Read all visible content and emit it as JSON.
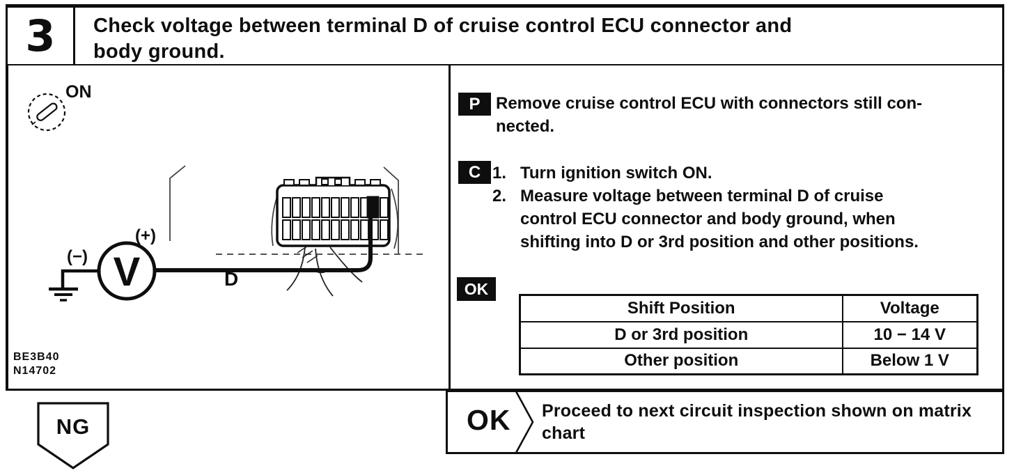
{
  "header": {
    "step_number": "3",
    "title_lines": [
      "Check voltage between terminal D of cruise control ECU connector and",
      "body ground."
    ]
  },
  "diagram": {
    "ignition_label": "ON",
    "meter_letter": "V",
    "plus_label": "(+)",
    "minus_label": "(−)",
    "wire_label": "D",
    "figure_code_1": "BE3B40",
    "figure_code_2": "N14702"
  },
  "instructions": {
    "prepare": {
      "badge": "P",
      "lines": [
        "Remove cruise control ECU with connectors still con-",
        "nected."
      ]
    },
    "check": {
      "badge": "C",
      "item1_num": "1.",
      "item1_line": "Turn ignition switch ON.",
      "item2_num": "2.",
      "item2_lines": [
        "Measure voltage between terminal D of cruise",
        "control ECU connector and body ground, when",
        "shifting into D or 3rd position and other positions."
      ]
    },
    "ok_badge": "OK"
  },
  "spec_table": {
    "headers": [
      "Shift Position",
      "Voltage"
    ],
    "rows": [
      [
        "D or 3rd position",
        "10 − 14 V"
      ],
      [
        "Other position",
        "Below 1 V"
      ]
    ]
  },
  "results": {
    "ng_label": "NG",
    "ok_label": "OK",
    "ok_lines": [
      "Proceed to next circuit inspection shown on matrix",
      "chart"
    ]
  }
}
